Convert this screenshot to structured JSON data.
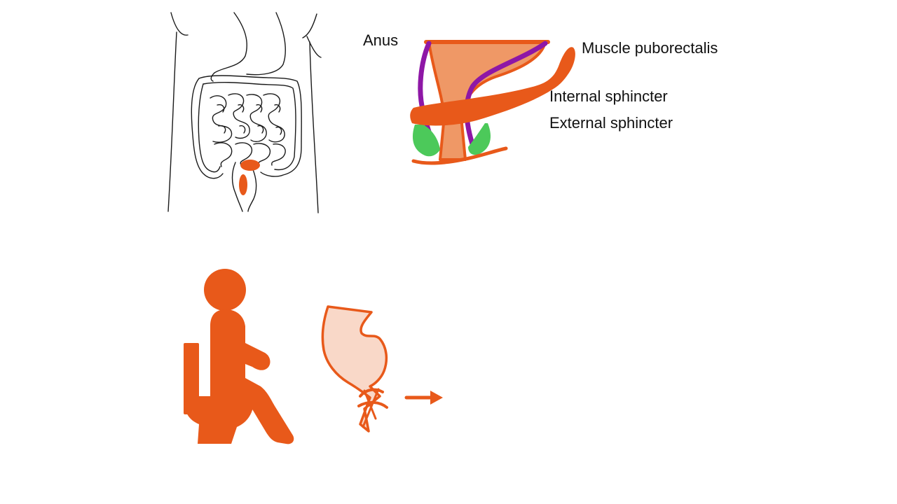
{
  "labels": {
    "anus": "Anus",
    "puborectalis": "Muscle puborectalis",
    "internal_sphincter": "Internal sphincter",
    "external_sphincter": "External sphincter"
  },
  "colors": {
    "orange": "#e8591a",
    "rectum_fill": "#ef9866",
    "internal_sphincter": "#8e17a6",
    "external_sphincter": "#4cc95a",
    "stool_fill": "#f9d8c8",
    "outline": "#1a1a1a"
  },
  "icons": {
    "torso": "torso-intestines-icon",
    "anorectal": "anorectal-anatomy-icon",
    "toilet_person": "person-on-toilet-icon",
    "rectum": "rectum-evacuation-icon",
    "arrow": "arrow-right-icon"
  }
}
